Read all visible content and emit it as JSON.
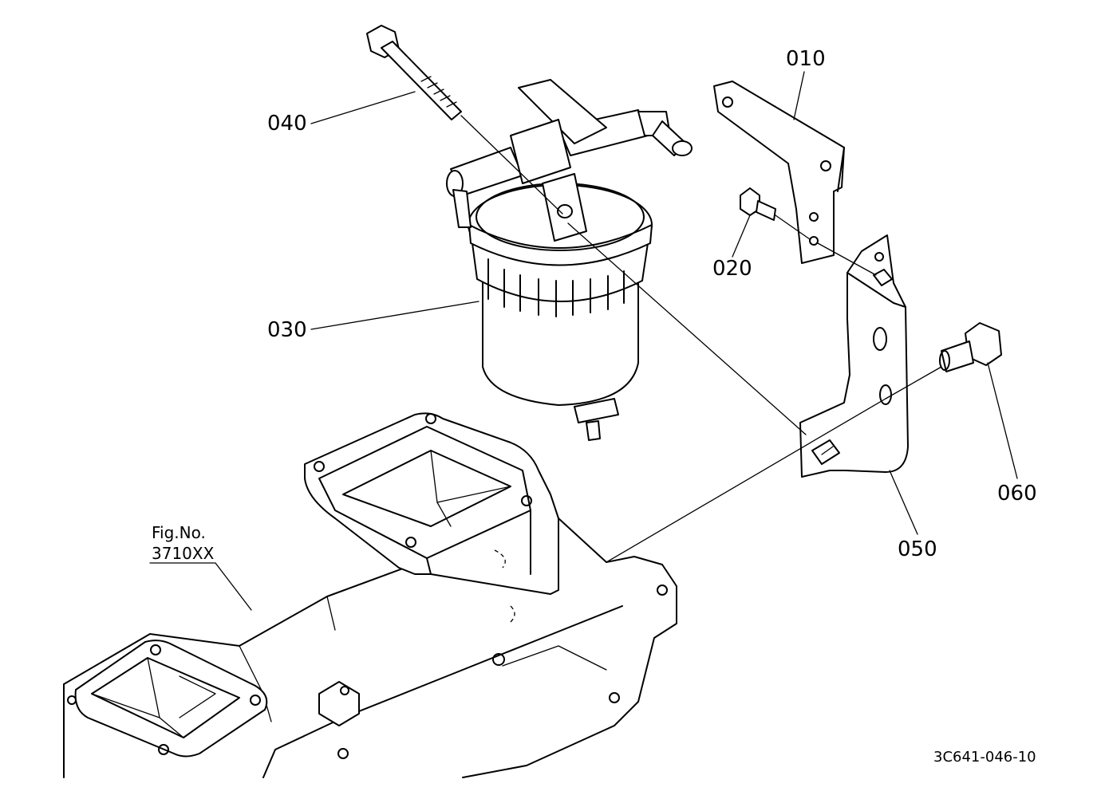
{
  "callouts": {
    "p010": "010",
    "p020": "020",
    "p030": "030",
    "p040": "040",
    "p050": "050",
    "p060": "060"
  },
  "figure_ref": {
    "line1": "Fig.No.",
    "line2": "3710XX"
  },
  "drawing_number": "3C641-046-10"
}
